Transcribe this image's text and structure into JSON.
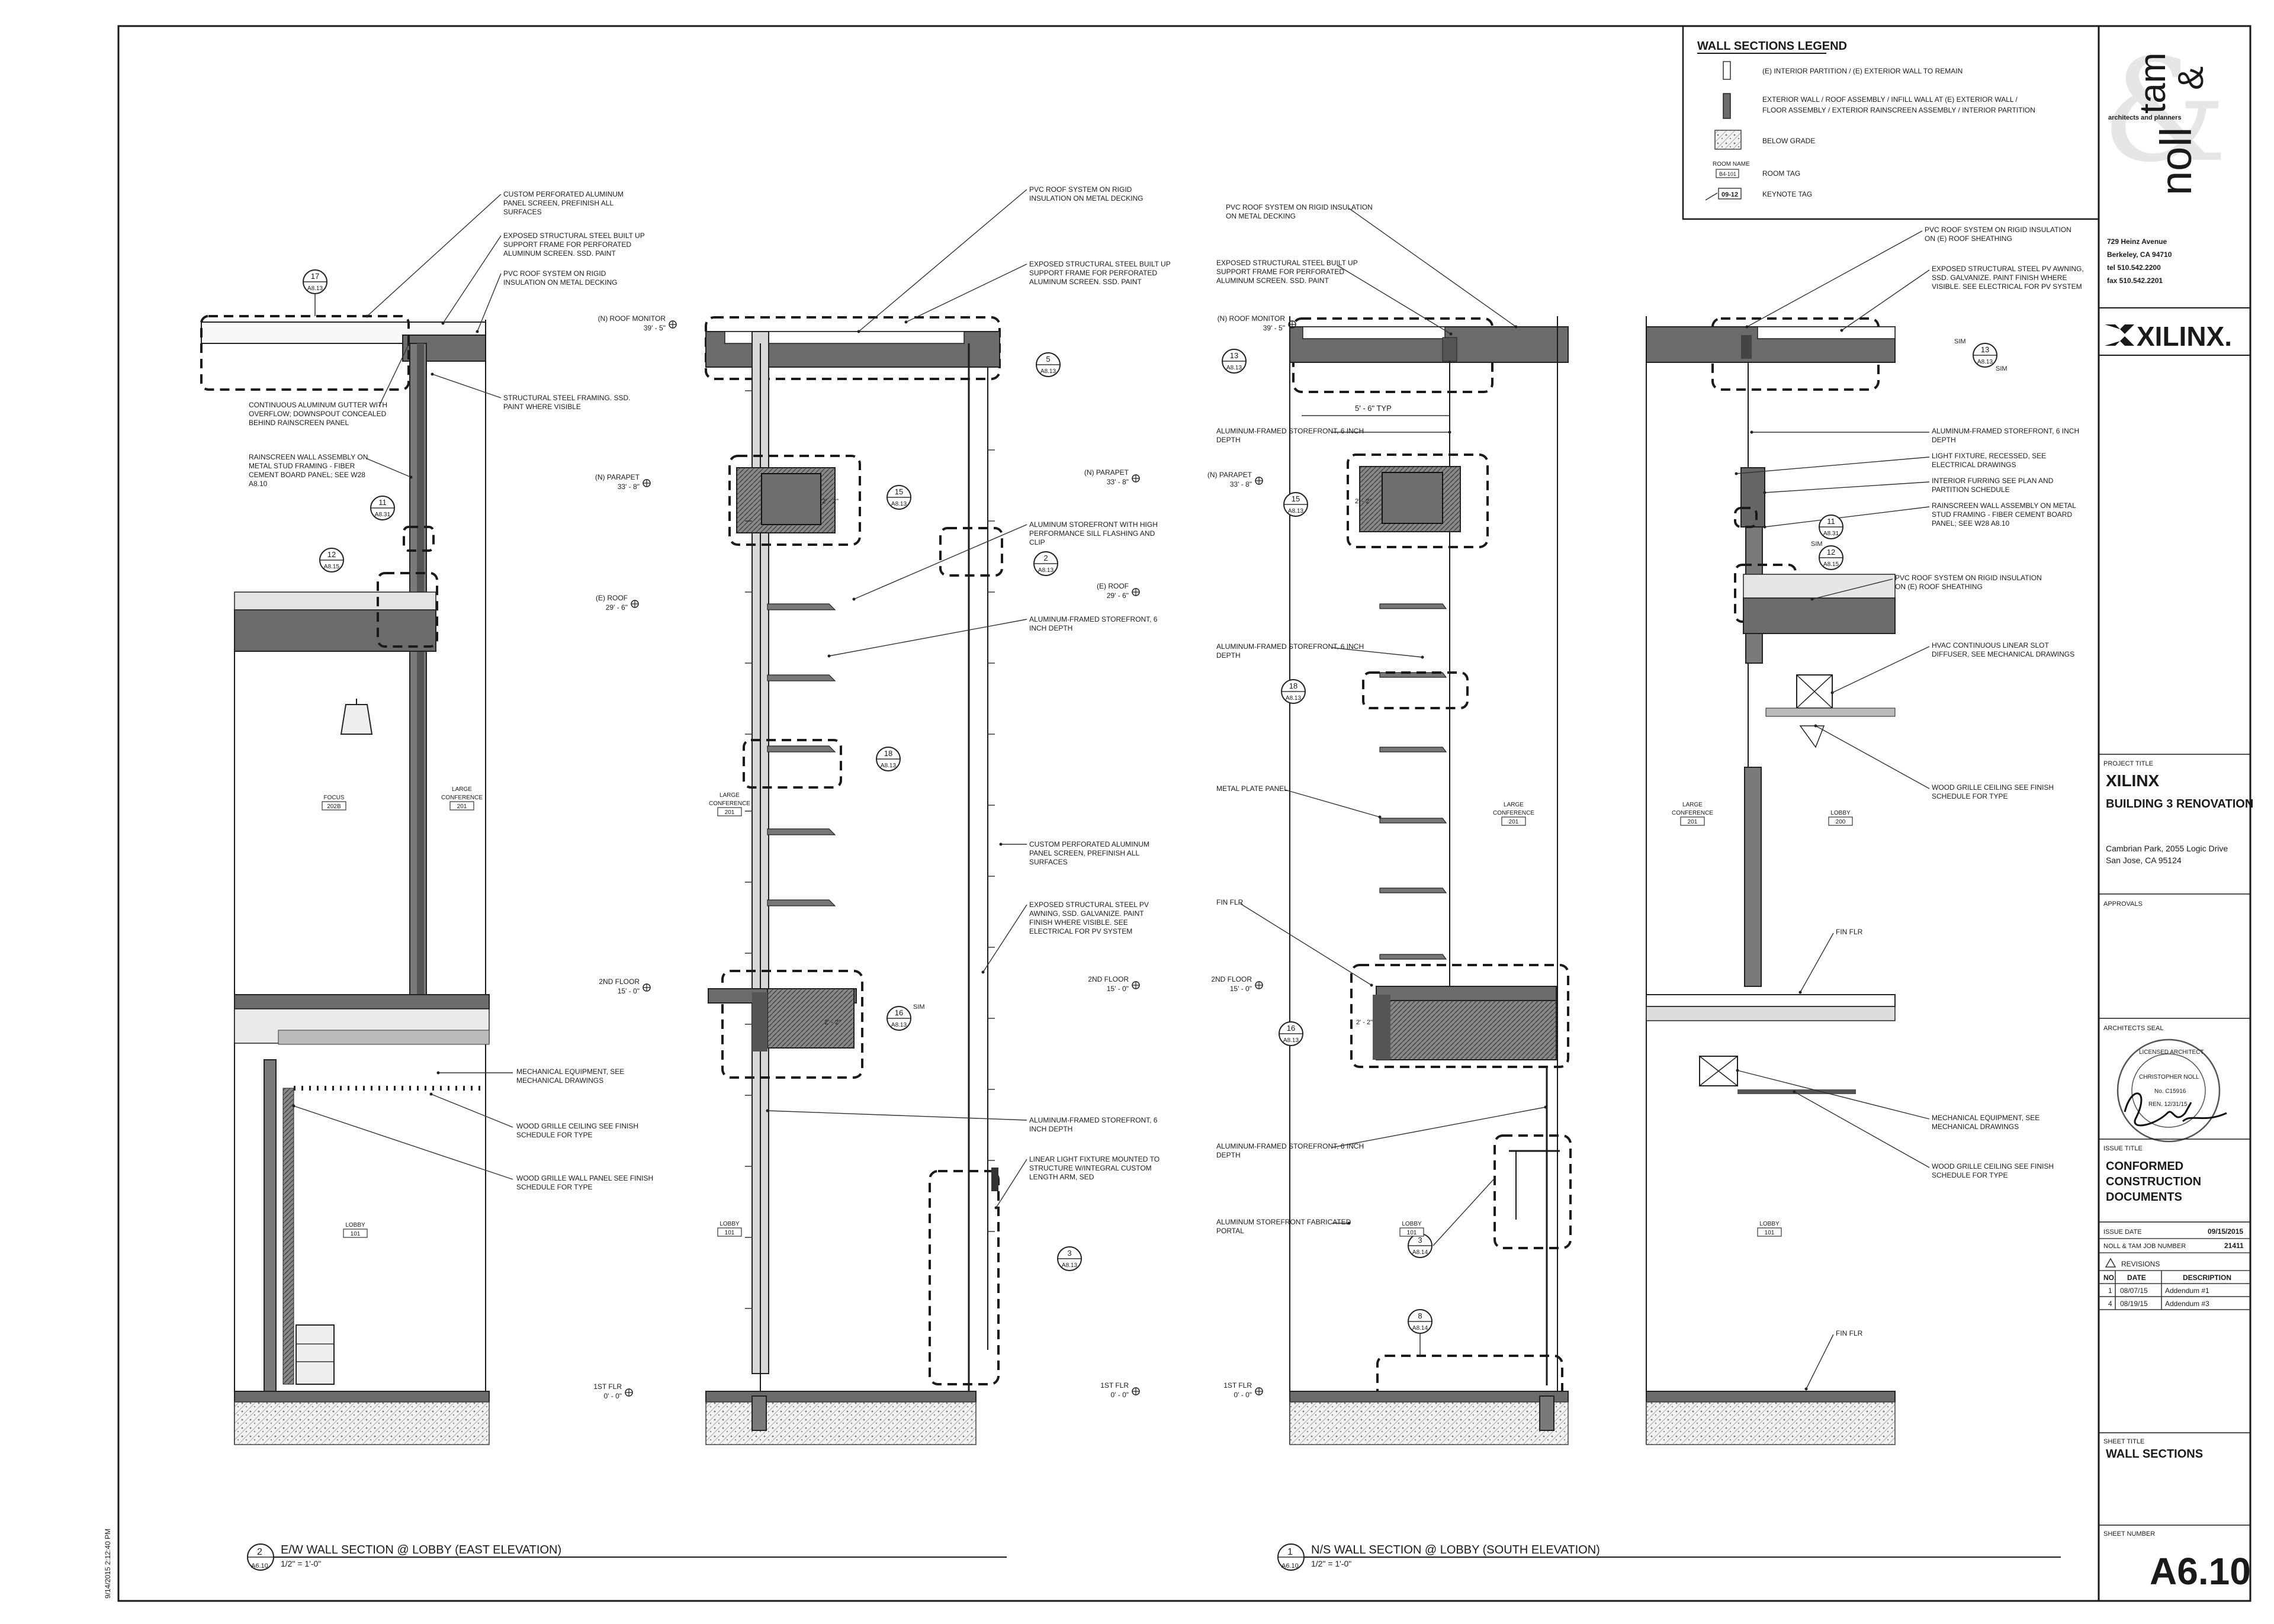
{
  "timestamp": "9/14/2015 2:12:40 PM",
  "legend": {
    "title": "WALL SECTIONS LEGEND",
    "items": [
      "(E) INTERIOR PARTITION / (E) EXTERIOR WALL TO REMAIN",
      "EXTERIOR WALL / ROOF ASSEMBLY / INFILL WALL AT (E) EXTERIOR WALL /",
      "FLOOR ASSEMBLY / EXTERIOR RAINSCREEN ASSEMBLY / INTERIOR PARTITION",
      "BELOW GRADE",
      "ROOM TAG",
      "KEYNOTE TAG"
    ],
    "room_tag_sample": [
      "ROOM NAME",
      "B4-101"
    ],
    "keynote_sample": "09-12"
  },
  "firm": {
    "name_line1": "noll",
    "name_line2": "tam",
    "amp": "&",
    "tagline": "architects and planners",
    "address1": "729 Heinz Avenue",
    "address2": "Berkeley, CA 94710",
    "tel": "tel 510.542.2200",
    "fax": "fax 510.542.2201"
  },
  "client_logo": "XILINX.",
  "project": {
    "label": "PROJECT TITLE",
    "name": "XILINX",
    "subtitle": "BUILDING 3 RENOVATION",
    "address1": "Cambrian Park, 2055 Logic Drive",
    "address2": "San Jose, CA 95124"
  },
  "approvals_label": "APPROVALS",
  "seal": {
    "label": "ARCHITECTS SEAL",
    "ring_text": "LICENSED ARCHITECT",
    "name": "CHRISTOPHER NOLL",
    "number": "No. C15916",
    "renewal": "REN. 12/31/15"
  },
  "issue": {
    "label": "ISSUE TITLE",
    "line1": "CONFORMED",
    "line2": "CONSTRUCTION",
    "line3": "DOCUMENTS",
    "date_label": "ISSUE DATE",
    "date": "09/15/2015",
    "job_label": "NOLL & TAM JOB NUMBER",
    "job": "21411"
  },
  "revisions": {
    "label": "REVISIONS",
    "headers": [
      "NO.",
      "DATE",
      "DESCRIPTION"
    ],
    "rows": [
      [
        "1",
        "08/07/15",
        "Addendum #1"
      ],
      [
        "4",
        "08/19/15",
        "Addendum #3"
      ]
    ]
  },
  "sheet": {
    "title_label": "SHEET TITLE",
    "title": "WALL SECTIONS",
    "number_label": "SHEET NUMBER",
    "number": "A6.10"
  },
  "titles": {
    "left": {
      "num": "2",
      "ref": "A6.10",
      "name": "E/W WALL SECTION @ LOBBY (EAST ELEVATION)",
      "scale": "1/2\" = 1'-0\""
    },
    "right": {
      "num": "1",
      "ref": "A6.10",
      "name": "N/S WALL SECTION @ LOBBY (SOUTH ELEVATION)",
      "scale": "1/2\" = 1'-0\""
    }
  },
  "levels": {
    "roof_monitor": [
      "(N) ROOF MONITOR",
      "39' - 5\""
    ],
    "parapet": [
      "(N) PARAPET",
      "33' - 8\""
    ],
    "e_roof": [
      "(E) ROOF",
      "29' - 6\""
    ],
    "second_floor": [
      "2ND FLOOR",
      "15' - 0\""
    ],
    "first_floor": [
      "1ST FLR",
      "0' - 0\""
    ]
  },
  "rooms": {
    "focus": [
      "FOCUS",
      "202B"
    ],
    "large_conf_a": [
      "LARGE CONFERENCE",
      "201"
    ],
    "large_conf_b": [
      "LARGE CONFERENCE",
      "201"
    ],
    "large_conf_c": [
      "LARGE CONFERENCE",
      "201"
    ],
    "large_conf_d": [
      "LARGE CONFERENCE",
      "201"
    ],
    "lobby_a": [
      "LOBBY",
      "101"
    ],
    "lobby_b": [
      "LOBBY",
      "101"
    ],
    "lobby_c": [
      "LOBBY",
      "101"
    ],
    "lobby_d": [
      "LOBBY",
      "101"
    ],
    "lobby_e": [
      "LOBBY",
      "200"
    ]
  },
  "notes": {
    "s1_perf": [
      "CUSTOM PERFORATED ALUMINUM",
      "PANEL SCREEN, PREFINISH ALL",
      "SURFACES"
    ],
    "s1_steel": [
      "EXPOSED STRUCTURAL STEEL BUILT UP",
      "SUPPORT FRAME FOR PERFORATED",
      "ALUMINUM SCREEN. SSD. PAINT"
    ],
    "s1_pvc": [
      "PVC ROOF SYSTEM ON RIGID",
      "INSULATION ON METAL DECKING"
    ],
    "s1_gutter": [
      "CONTINUOUS ALUMINUM GUTTER WITH",
      "OVERFLOW; DOWNSPOUT CONCEALED",
      "BEHIND RAINSCREEN PANEL"
    ],
    "s1_framing": [
      "STRUCTURAL STEEL FRAMING. SSD.",
      "PAINT WHERE VISIBLE"
    ],
    "s1_rainscreen": [
      "RAINSCREEN WALL ASSEMBLY ON",
      "METAL STUD FRAMING - FIBER",
      "CEMENT BOARD PANEL; SEE W28",
      "A8.10"
    ],
    "s1_mech": [
      "MECHANICAL EQUIPMENT, SEE",
      "MECHANICAL DRAWINGS"
    ],
    "s1_grille": [
      "WOOD GRILLE CEILING SEE FINISH",
      "SCHEDULE FOR TYPE"
    ],
    "s1_panel": [
      "WOOD GRILLE WALL PANEL SEE FINISH",
      "SCHEDULE FOR TYPE"
    ],
    "s2_pvc": [
      "PVC ROOF SYSTEM ON RIGID",
      "INSULATION ON METAL DECKING"
    ],
    "s2_steel": [
      "EXPOSED STRUCTURAL STEEL BUILT UP",
      "SUPPORT FRAME FOR PERFORATED",
      "ALUMINUM SCREEN. SSD. PAINT"
    ],
    "s2_sf_high": [
      "ALUMINUM STOREFRONT WITH HIGH",
      "PERFORMANCE SILL FLASHING AND",
      "CLIP"
    ],
    "s2_sf6": [
      "ALUMINUM-FRAMED STOREFRONT, 6",
      "INCH DEPTH"
    ],
    "s2_perf": [
      "CUSTOM PERFORATED ALUMINUM",
      "PANEL SCREEN, PREFINISH ALL",
      "SURFACES"
    ],
    "s2_pv": [
      "EXPOSED STRUCTURAL STEEL PV",
      "AWNING, SSD. GALVANIZE. PAINT",
      "FINISH WHERE VISIBLE. SEE",
      "ELECTRICAL FOR PV SYSTEM"
    ],
    "s2_sf6b": [
      "ALUMINUM-FRAMED STOREFRONT, 6",
      "INCH DEPTH"
    ],
    "s2_light": [
      "LINEAR LIGHT FIXTURE MOUNTED TO",
      "STRUCTURE W/INTEGRAL CUSTOM",
      "LENGTH ARM, SED"
    ],
    "s3_pvc": [
      "PVC ROOF SYSTEM ON RIGID INSULATION",
      "ON METAL DECKING"
    ],
    "s3_steel": [
      "EXPOSED STRUCTURAL STEEL BUILT UP",
      "SUPPORT FRAME FOR PERFORATED",
      "ALUMINUM SCREEN. SSD. PAINT"
    ],
    "s3_sf6": [
      "ALUMINUM-FRAMED STOREFRONT, 6 INCH",
      "DEPTH"
    ],
    "s3_sf6b": [
      "ALUMINUM-FRAMED STOREFRONT, 6 INCH",
      "DEPTH"
    ],
    "s3_metal": [
      "METAL PLATE PANEL"
    ],
    "s3_fin": [
      "FIN FLR"
    ],
    "s3_sf6c": [
      "ALUMINUM-FRAMED STOREFRONT, 6 INCH",
      "DEPTH"
    ],
    "s3_portal": [
      "ALUMINUM STOREFRONT FABRICATED",
      "PORTAL"
    ],
    "s3_dim": "5' - 6\" TYP",
    "s4_pvc": [
      "PVC ROOF SYSTEM ON RIGID INSULATION",
      "ON (E) ROOF SHEATHING"
    ],
    "s4_awning": [
      "EXPOSED STRUCTURAL STEEL PV AWNING,",
      "SSD. GALVANIZE. PAINT FINISH WHERE",
      "VISIBLE. SEE ELECTRICAL FOR PV SYSTEM"
    ],
    "s4_sf6": [
      "ALUMINUM-FRAMED STOREFRONT, 6 INCH",
      "DEPTH"
    ],
    "s4_light": [
      "LIGHT FIXTURE, RECESSED, SEE",
      "ELECTRICAL DRAWINGS"
    ],
    "s4_furring": [
      "INTERIOR FURRING SEE PLAN AND",
      "PARTITION SCHEDULE"
    ],
    "s4_rainscreen": [
      "RAINSCREEN WALL ASSEMBLY ON METAL",
      "STUD FRAMING - FIBER CEMENT BOARD",
      "PANEL; SEE W28 A8.10"
    ],
    "s4_pvc2": [
      "PVC ROOF SYSTEM ON RIGID INSULATION",
      "ON (E) ROOF SHEATHING"
    ],
    "s4_hvac": [
      "HVAC CONTINUOUS LINEAR SLOT",
      "DIFFUSER, SEE MECHANICAL DRAWINGS"
    ],
    "s4_grille": [
      "WOOD GRILLE CEILING SEE FINISH",
      "SCHEDULE FOR TYPE"
    ],
    "s4_fin": [
      "FIN FLR"
    ],
    "s4_mech": [
      "MECHANICAL EQUIPMENT, SEE",
      "MECHANICAL DRAWINGS"
    ],
    "s4_grille2": [
      "WOOD GRILLE CEILING SEE FINISH",
      "SCHEDULE FOR TYPE"
    ],
    "s4_fin2": [
      "FIN FLR"
    ]
  },
  "callouts": [
    {
      "n": "17",
      "r": "A8.13"
    },
    {
      "n": "11",
      "r": "A8.31"
    },
    {
      "n": "12",
      "r": "A8.15"
    },
    {
      "n": "5",
      "r": "A8.13"
    },
    {
      "n": "15",
      "r": "A8.13"
    },
    {
      "n": "2",
      "r": "A8.13"
    },
    {
      "n": "18",
      "r": "A8.13"
    },
    {
      "n": "16",
      "r": "A8.13"
    },
    {
      "n": "3",
      "r": "A8.13"
    },
    {
      "n": "13",
      "r": "A8.13"
    },
    {
      "n": "15",
      "r": "A8.13"
    },
    {
      "n": "18",
      "r": "A8.13"
    },
    {
      "n": "16",
      "r": "A8.13"
    },
    {
      "n": "3",
      "r": "A8.14"
    },
    {
      "n": "8",
      "r": "A8.14"
    },
    {
      "n": "13",
      "r": "A8.13"
    },
    {
      "n": "11",
      "r": "A8.31"
    },
    {
      "n": "12",
      "r": "A8.15"
    }
  ],
  "sim": "SIM",
  "dim_2_2": "2' - 2\""
}
